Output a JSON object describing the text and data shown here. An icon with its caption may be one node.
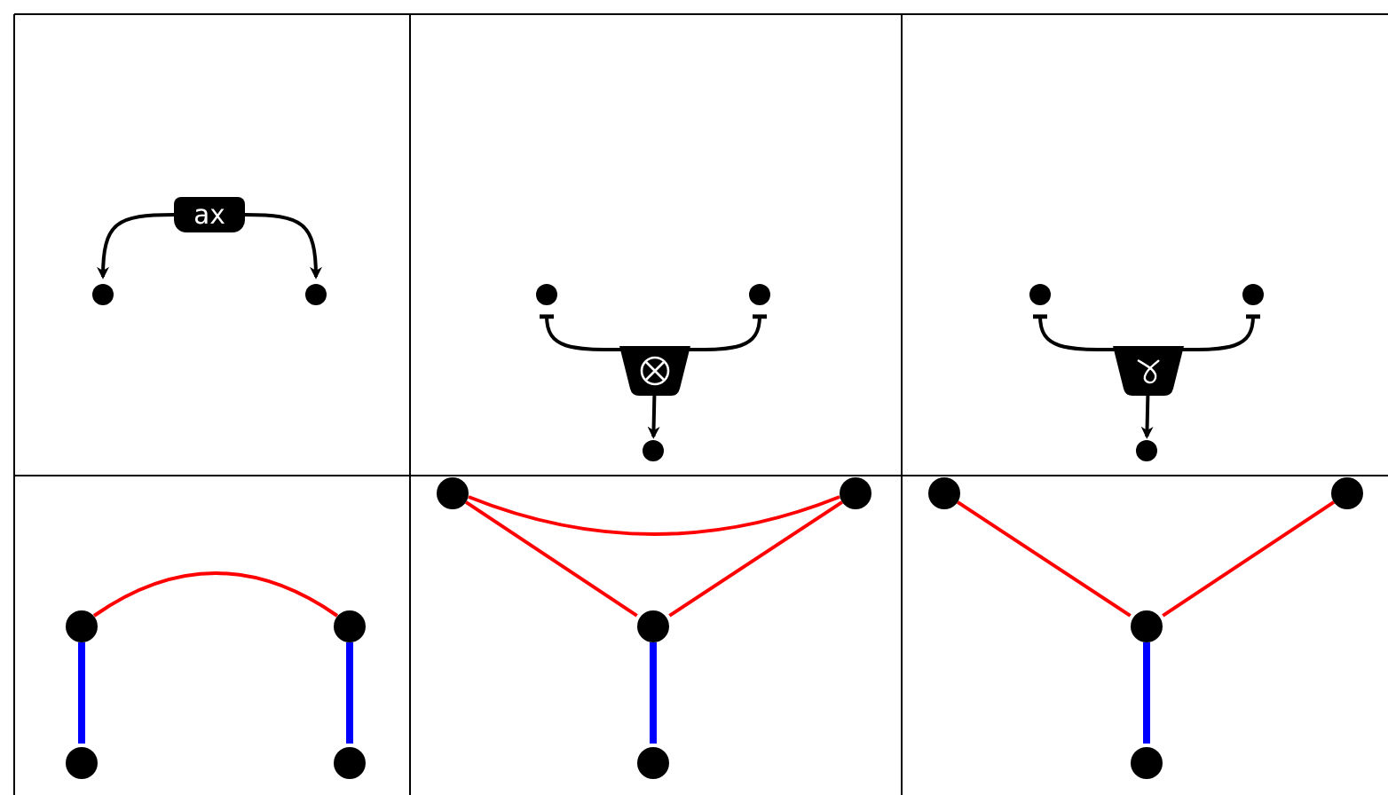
{
  "diagram": {
    "nodes": [
      {
        "text": [
          "ax"
        ]
      },
      {
        "text": [],
        "shape": "circle"
      },
      {
        "text": [],
        "shape": "circle"
      },
      {
        "text": [],
        "shape": "circle"
      },
      {
        "text": [],
        "shape": "circle"
      },
      {
        "text": [],
        "shape": "trapezoid"
      },
      {
        "text": [],
        "shape": "circle"
      },
      {
        "text": [],
        "shape": "circle"
      },
      {
        "text": [],
        "shape": "circle"
      },
      {
        "text": [],
        "shape": "trapezoid"
      },
      {
        "text": [],
        "shape": "circle"
      },
      {
        "text": [],
        "shape": "circle"
      },
      {
        "text": [],
        "shape": "circle"
      },
      {
        "text": [],
        "shape": "circle"
      },
      {
        "text": [],
        "shape": "circle"
      },
      {
        "text": [],
        "shape": "circle"
      },
      {
        "text": [],
        "shape": "circle"
      },
      {
        "text": [],
        "shape": "circle"
      },
      {
        "text": [],
        "shape": "circle"
      },
      {
        "text": [],
        "shape": "circle"
      },
      {
        "text": [],
        "shape": "circle"
      },
      {
        "text": [],
        "shape": "circle"
      },
      {
        "text": [],
        "shape": "circle"
      }
    ],
    "edges": [
      {
        "from": 0,
        "to": 1,
        "arrow": "to"
      },
      {
        "from": 0,
        "to": 2,
        "arrow": "to"
      },
      {
        "from": 3,
        "to": 5,
        "arrow": "other"
      },
      {
        "from": 4,
        "to": 5,
        "arrow": "other"
      },
      {
        "from": 5,
        "to": 6,
        "arrow": "to"
      },
      {
        "from": 7,
        "to": 9,
        "arrow": "other"
      },
      {
        "from": 8,
        "to": 9,
        "arrow": "other"
      },
      {
        "from": 9,
        "to": 10,
        "arrow": "to"
      },
      {
        "from": 11,
        "to": 13,
        "arrow": "none",
        "style": "thick",
        "color": "#0000ff"
      },
      {
        "from": 12,
        "to": 14,
        "arrow": "none",
        "style": "thick",
        "color": "#0000ff"
      },
      {
        "from": 11,
        "to": 12,
        "arrow": "none",
        "color": "#ff0000"
      },
      {
        "from": 15,
        "to": 17,
        "arrow": "none",
        "color": "#ff0000"
      },
      {
        "from": 16,
        "to": 17,
        "arrow": "none",
        "color": "#ff0000"
      },
      {
        "from": 15,
        "to": 16,
        "arrow": "none",
        "color": "#ff0000"
      },
      {
        "from": 17,
        "to": 18,
        "arrow": "none",
        "style": "thick",
        "color": "#0000ff"
      },
      {
        "from": 19,
        "to": 21,
        "arrow": "none",
        "color": "#ff0000"
      },
      {
        "from": 20,
        "to": 21,
        "arrow": "none",
        "color": "#ff0000"
      },
      {
        "from": 21,
        "to": 22,
        "arrow": "none",
        "style": "thick",
        "color": "#0000ff"
      }
    ]
  }
}
